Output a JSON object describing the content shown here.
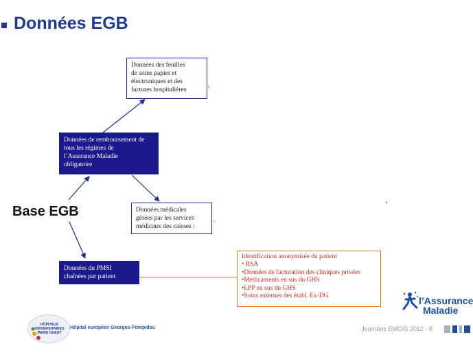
{
  "slide": {
    "title": "Données EGB",
    "base_label": "Base EGB",
    "footer": "Journées EMOIS 2012 - 8"
  },
  "boxes": {
    "feuilles": [
      "Données des feuilles",
      " de soins papier et",
      "électroniques et des",
      "factures hospitalières"
    ],
    "remboursement": [
      "Données de remboursement de",
      "tous les régimes de",
      "l’Assurance Maladie",
      "obligatoire"
    ],
    "medicales": [
      "Données médicales",
      "gérées par les services",
      "médicaux des caisses :"
    ],
    "pmsi": [
      "Données du PMSI",
      "chaînées par patient"
    ],
    "identification": [
      "Identification anonymisée du patient",
      "• RSA",
      "•Données de facturation des cliniques privées",
      "•Médicaments en sus du GHS",
      "•LPP en sus du GHS",
      "•Soins externes des établ. Ex-DG"
    ]
  },
  "logos": {
    "hospital_disc": [
      "HÔPITAUX",
      "UNIVERSITAIRES",
      "PARIS OUEST"
    ],
    "hospital_name": "Hôpital européen Georges-Pompidou",
    "assurance_line1": "l’Assurance",
    "assurance_line2": "Maladie"
  },
  "colors": {
    "title_blue": "#1f3a8a",
    "box_fill_navy": "#1a1a8c",
    "box_border_blue": "#1f2f8f",
    "identification_text_red": "#cc2b1d",
    "connector_orange": "#e8913a",
    "assurance_blue": "#1d4f9c"
  },
  "icons": [
    "square-bullet-icon",
    "hospital-logo-icon",
    "assurance-maladie-logo-icon"
  ]
}
